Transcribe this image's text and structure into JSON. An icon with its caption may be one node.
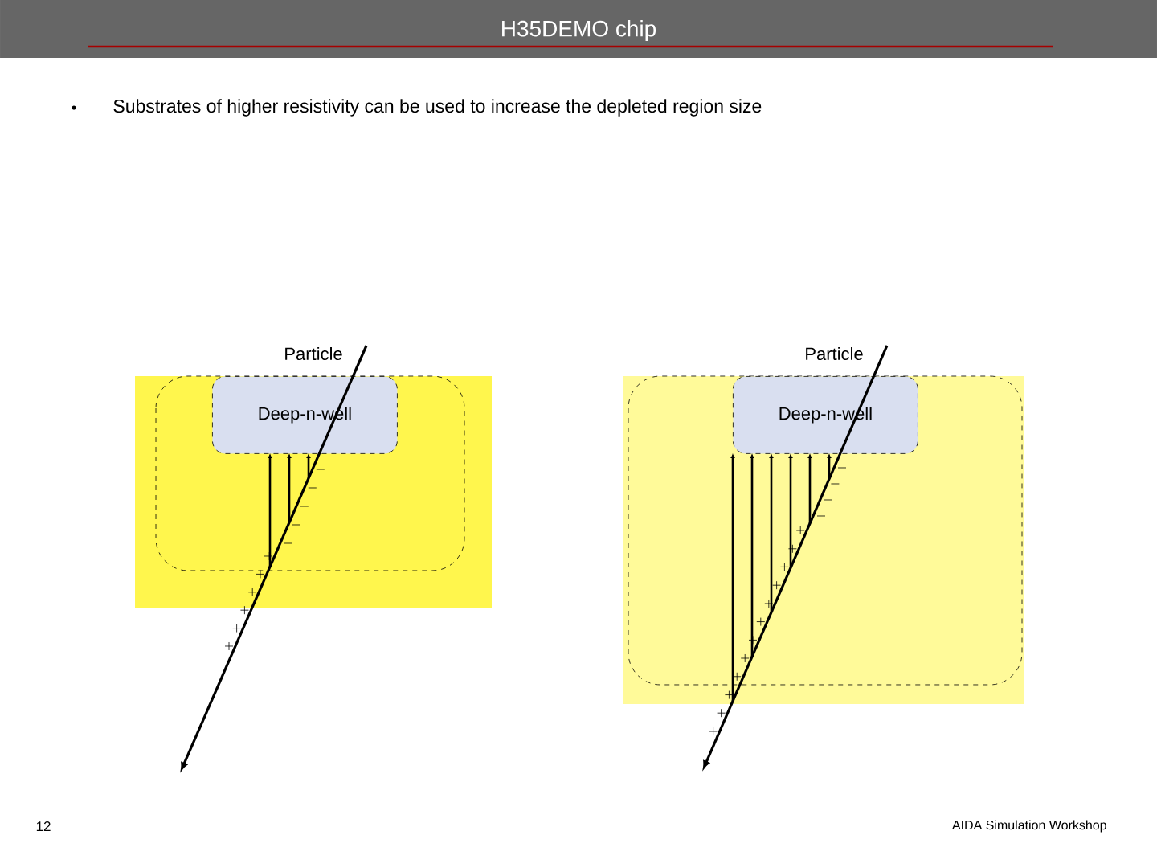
{
  "diagram": {
    "title": "H35DEMO chip",
    "nodes": [
      {
        "text": [
          "Deep-n-well"
        ]
      },
      {
        "text": [
          "Deep-n-well"
        ]
      }
    ],
    "labels": [
      "Substrates of higher resistivity can be used to increase the depleted region size",
      "Particle",
      "Particle",
      "12",
      "AIDA Simulation Workshop"
    ]
  }
}
